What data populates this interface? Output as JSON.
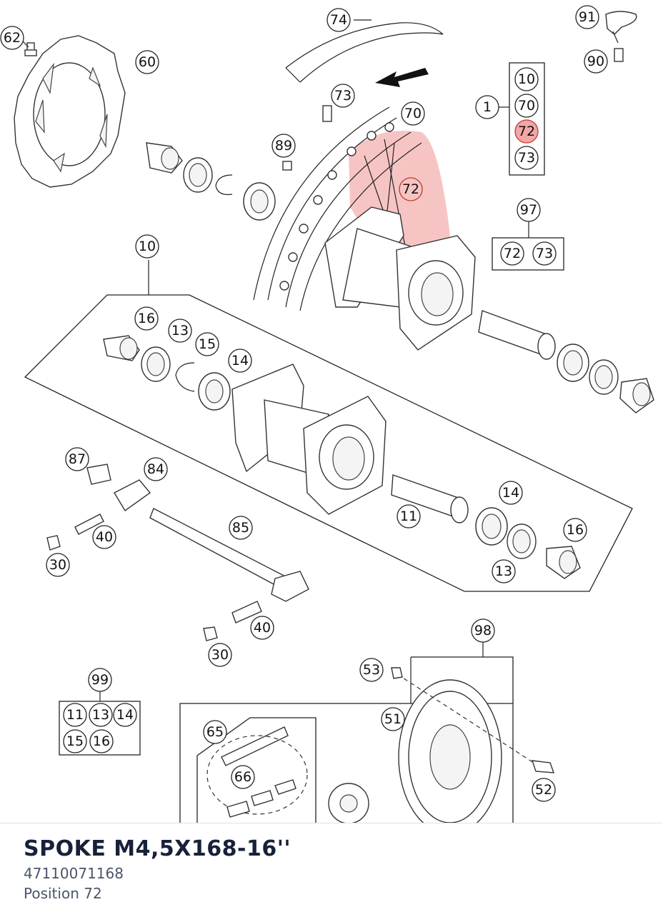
{
  "diagram": {
    "callouts": [
      "62",
      "60",
      "74",
      "73",
      "70",
      "89",
      "72",
      "10",
      "16",
      "13",
      "15",
      "14",
      "87",
      "84",
      "40",
      "30",
      "85",
      "11",
      "14",
      "16",
      "13",
      "40",
      "30",
      "99",
      "11",
      "13",
      "14",
      "15",
      "16",
      "65",
      "66",
      "98",
      "53",
      "51",
      "52",
      "91",
      "90",
      "1",
      "10",
      "70",
      "72",
      "73",
      "97",
      "72",
      "73"
    ],
    "highlighted_position": "72",
    "highlight_color": "#f2a7a7"
  },
  "part": {
    "name": "SPOKE M4,5X168-16''",
    "number": "47110071168",
    "position": "Position 72"
  }
}
